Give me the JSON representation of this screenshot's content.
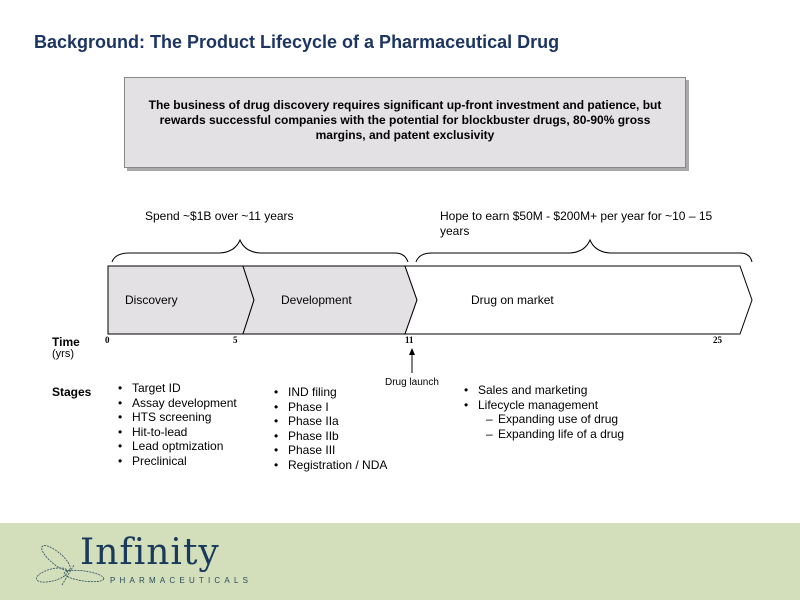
{
  "title": "Background: The Product Lifecycle of a Pharmaceutical Drug",
  "summary": "The business of drug discovery requires significant up-front investment and patience, but rewards successful companies with the potential for blockbuster drugs, 80-90% gross margins, and patent exclusivity",
  "spend_label": "Spend ~$1B over ~11 years",
  "earn_label": "Hope to earn $50M - $200M+ per year for ~10 – 15  years",
  "phases": [
    "Discovery",
    "Development",
    "Drug on market"
  ],
  "time_label": "Time",
  "time_unit": "(yrs)",
  "ticks": [
    "0",
    "5",
    "11",
    "25"
  ],
  "launch_label": "Drug launch",
  "stages_label": "Stages",
  "discovery_stages": [
    "Target ID",
    "Assay development",
    "HTS screening",
    "Hit-to-lead",
    "Lead optmization",
    "Preclinical"
  ],
  "development_stages": [
    "IND filing",
    "Phase I",
    "Phase IIa",
    "Phase IIb",
    "Phase III",
    "Registration / NDA"
  ],
  "market_stages": [
    "Sales and marketing",
    "Lifecycle management"
  ],
  "market_substages": [
    "Expanding use of drug",
    "Expanding life of a drug"
  ],
  "logo": {
    "name": "Infinity",
    "sub": "PHARMACEUTICALS"
  }
}
